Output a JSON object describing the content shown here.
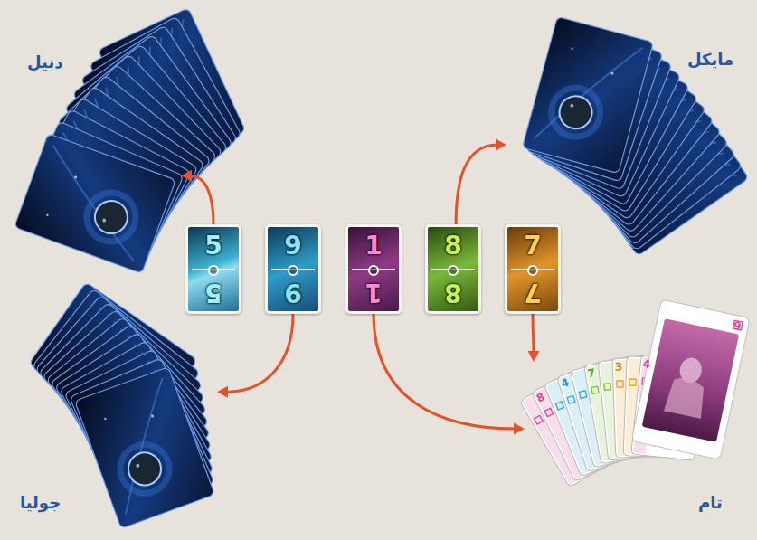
{
  "diagram": {
    "nodes": [
      {
        "text": [
          "دنیل"
        ]
      },
      {
        "text": [
          "مایکل"
        ]
      },
      {
        "text": [
          "5",
          "5"
        ]
      },
      {
        "text": [
          "9",
          "9"
        ]
      },
      {
        "text": [
          "1",
          "1"
        ]
      },
      {
        "text": [
          "8",
          "8"
        ]
      },
      {
        "text": [
          "7",
          "7"
        ]
      },
      {
        "text": [
          "جولیا"
        ]
      },
      {
        "text": [
          "تام"
        ]
      }
    ],
    "edges": [
      {
        "from": 2,
        "to": 0,
        "arrow": "to"
      },
      {
        "from": 5,
        "to": 1,
        "arrow": "to"
      },
      {
        "from": 3,
        "to": 7,
        "arrow": "to"
      },
      {
        "from": 4,
        "to": 8,
        "arrow": "to"
      },
      {
        "from": 6,
        "to": 8,
        "arrow": "to"
      }
    ],
    "labels": [
      "9",
      "8",
      "4",
      "7",
      "3",
      "4"
    ]
  }
}
